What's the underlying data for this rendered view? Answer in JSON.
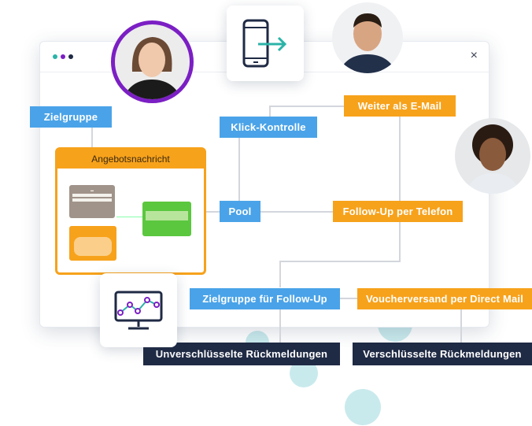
{
  "diagram": {
    "group_title": "Angebotsnachricht",
    "nodes": {
      "zielgruppe": "Zielgruppe",
      "klick_kontrolle": "Klick-Kontrolle",
      "weiter_email": "Weiter als E-Mail",
      "pool": "Pool",
      "follow_up_telefon": "Follow-Up per Telefon",
      "zielgruppe_follow_up": "Zielgruppe für Follow-Up",
      "voucherversand": "Voucherversand per Direct Mail",
      "unverschluesselt": "Unverschlüsselte Rückmeldungen",
      "verschluesselt": "Verschlüsselte Rückmeldungen"
    }
  },
  "window": {
    "close_label": "×"
  },
  "colors": {
    "blue": "#4aa3e8",
    "orange": "#f7a21b",
    "dark": "#1f2a44",
    "teal": "#2bb3a8",
    "purple": "#7b1fc4"
  },
  "icons": [
    "phone-forward-icon",
    "monitor-chart-icon"
  ]
}
